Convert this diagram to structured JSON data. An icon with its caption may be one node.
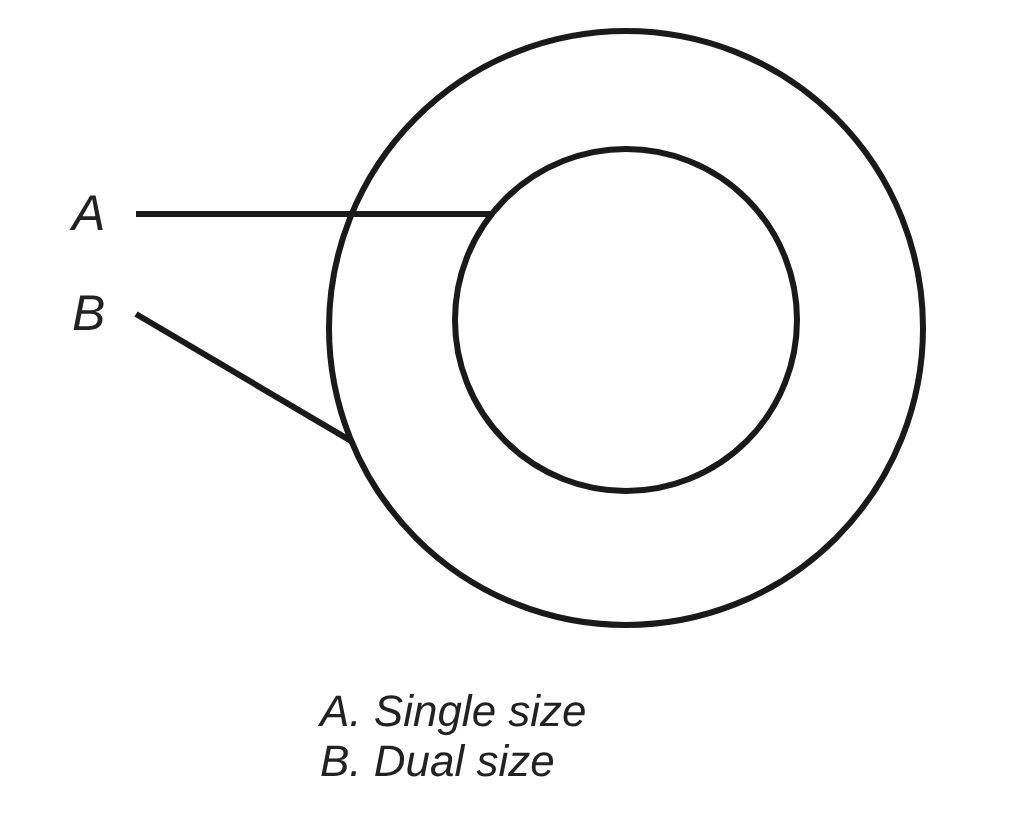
{
  "diagram": {
    "nodes": [
      {
        "text": [
          "A"
        ]
      },
      {
        "text": [
          "B"
        ]
      },
      {
        "text": [],
        "shape": "circle"
      },
      {
        "text": [],
        "shape": "circle",
        "in": 2
      }
    ],
    "edges": [
      {
        "from": 0,
        "to": 3,
        "arrow": "none"
      },
      {
        "from": 1,
        "to": 2,
        "arrow": "none"
      }
    ],
    "labels": [
      "A. Single size",
      "B. Dual size"
    ]
  }
}
